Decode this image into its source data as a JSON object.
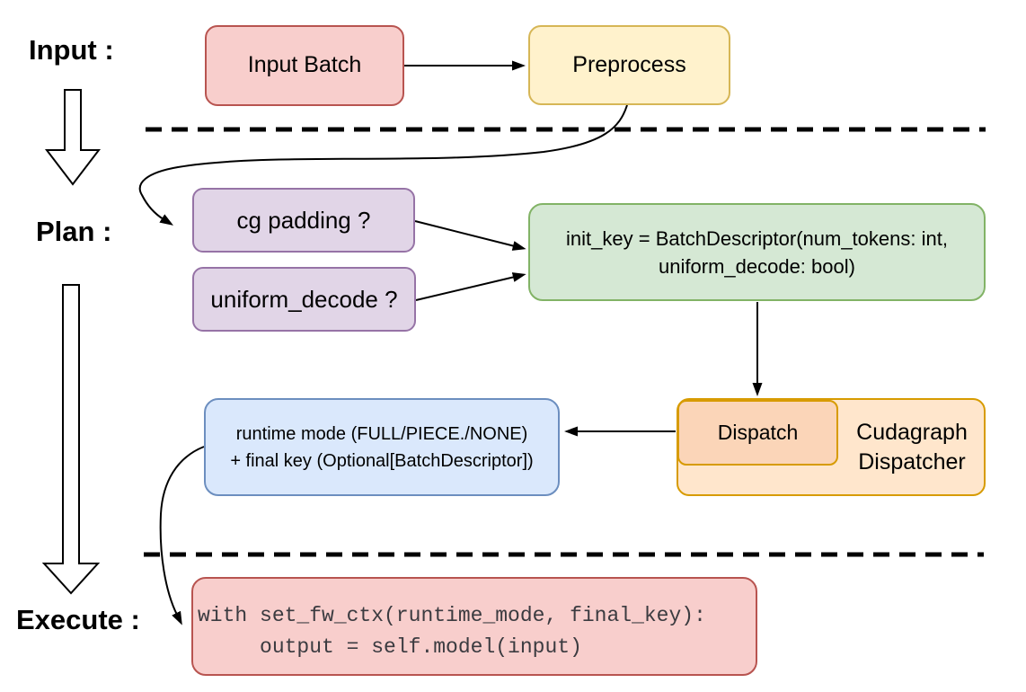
{
  "stage_labels": {
    "input": "Input :",
    "plan": "Plan :",
    "execute": "Execute :"
  },
  "nodes": {
    "input_batch": {
      "label": "Input Batch"
    },
    "preprocess": {
      "label": "Preprocess"
    },
    "cg_padding": {
      "label": "cg padding ?"
    },
    "uniform_decode": {
      "label": "uniform_decode ?"
    },
    "init_key": {
      "line1": "init_key = BatchDescriptor(num_tokens: int,",
      "line2": "uniform_decode: bool)"
    },
    "dispatch": {
      "label": "Dispatch"
    },
    "cudagraph_dispatcher": {
      "line1": "Cudagraph",
      "line2": "Dispatcher"
    },
    "runtime_mode": {
      "line1": "runtime mode (FULL/PIECE./NONE)",
      "line2": "+ final key (Optional[BatchDescriptor])"
    },
    "execute_code": {
      "line1": "with set_fw_ctx(runtime_mode, final_key):",
      "line2": "     output = self.model(input)"
    }
  },
  "palette": {
    "red_fill": "#F8CECC",
    "red_stroke": "#B85450",
    "yellow_fill": "#FFF2CC",
    "yellow_stroke": "#D6B656",
    "purple_fill": "#E1D5E7",
    "purple_stroke": "#9673A6",
    "green_fill": "#D5E8D4",
    "green_stroke": "#82B366",
    "orange_fill": "#FFE6CC",
    "orange_inner_fill": "#FBD5B8",
    "orange_stroke": "#D79B00",
    "blue_fill": "#DAE8FC",
    "blue_stroke": "#6C8EBF",
    "connector_color": "#000000",
    "code_text_color": "#3b3b40"
  }
}
